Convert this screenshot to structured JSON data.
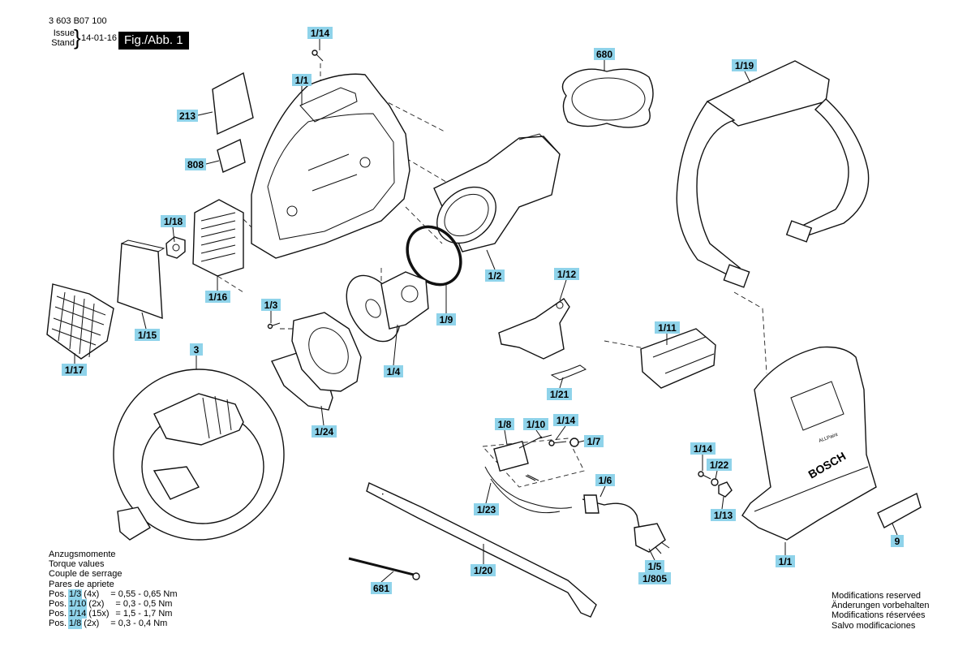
{
  "header": {
    "doc_number": "3 603 B07 100",
    "issue_label": "Issue",
    "stand_label": "Stand",
    "brace": "}",
    "date": "14-01-16",
    "figure_label": "Fig./Abb. 1"
  },
  "part_labels": {
    "l_1_14_top": "1/14",
    "l_1_1_top": "1/1",
    "l_213": "213",
    "l_808": "808",
    "l_1_18": "1/18",
    "l_1_16": "1/16",
    "l_1_15": "1/15",
    "l_1_17": "1/17",
    "l_680": "680",
    "l_1_19": "1/19",
    "l_1_2": "1/2",
    "l_1_9": "1/9",
    "l_1_3": "1/3",
    "l_1_4": "1/4",
    "l_1_24": "1/24",
    "l_3": "3",
    "l_1_12": "1/12",
    "l_1_11": "1/11",
    "l_1_21": "1/21",
    "l_1_8": "1/8",
    "l_1_10": "1/10",
    "l_1_14_mid": "1/14",
    "l_1_7": "1/7",
    "l_1_23": "1/23",
    "l_1_6": "1/6",
    "l_1_5": "1/5",
    "l_1_805": "1/805",
    "l_1_20": "1/20",
    "l_681": "681",
    "l_1_14_right": "1/14",
    "l_1_22": "1/22",
    "l_1_13": "1/13",
    "l_9": "9",
    "l_1_1_bottom": "1/1"
  },
  "product_markings": {
    "brand": "BOSCH",
    "model": "ALLPaint"
  },
  "torque": {
    "title_lines": [
      "Anzugsmomente",
      "Torque values",
      "Couple de serrage",
      "Pares de apriete"
    ],
    "rows": [
      {
        "pos": "Pos.",
        "ref": "1/3",
        "qty": "(4x)",
        "value": "= 0,55 - 0,65 Nm"
      },
      {
        "pos": "Pos.",
        "ref": "1/10",
        "qty": "(2x)",
        "value": "= 0,3 - 0,5 Nm"
      },
      {
        "pos": "Pos.",
        "ref": "1/14",
        "qty": "(15x)",
        "value": "= 1,5 - 1,7 Nm"
      },
      {
        "pos": "Pos.",
        "ref": "1/8",
        "qty": "(2x)",
        "value": "= 0,3 - 0,4 Nm"
      }
    ]
  },
  "modifications": [
    "Modifications reserved",
    "Änderungen vorbehalten",
    "Modifications réservées",
    "Salvo modificaciones"
  ],
  "colors": {
    "label_fill": "#8fd3ea",
    "figure_badge": "#000000",
    "line": "#111111"
  }
}
